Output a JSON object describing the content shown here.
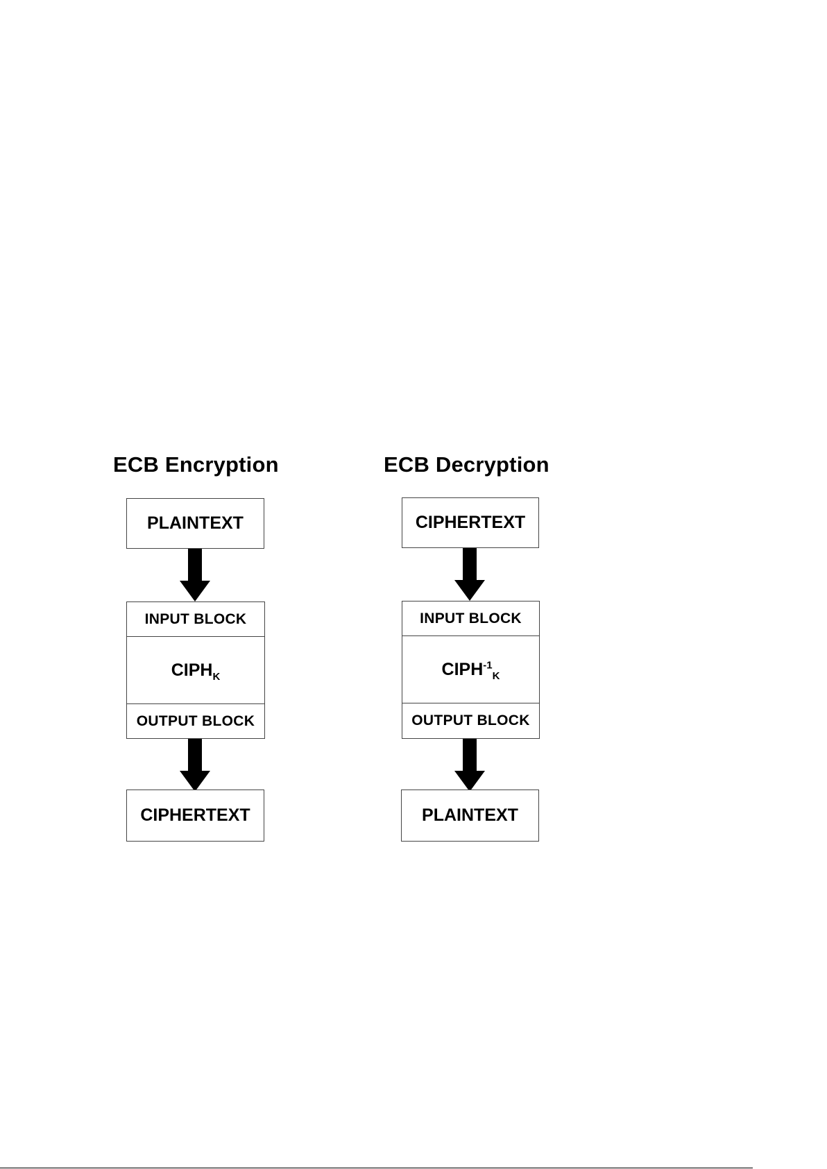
{
  "encryption": {
    "title": "ECB Encryption",
    "input": "PLAINTEXT",
    "block_in": "INPUT BLOCK",
    "function_base": "CIPH",
    "function_sub": "K",
    "block_out": "OUTPUT BLOCK",
    "output": "CIPHERTEXT"
  },
  "decryption": {
    "title": "ECB Decryption",
    "input": "CIPHERTEXT",
    "block_in": "INPUT BLOCK",
    "function_base": "CIPH",
    "function_sup": "-1",
    "function_sub": "K",
    "block_out": "OUTPUT BLOCK",
    "output": "PLAINTEXT"
  }
}
